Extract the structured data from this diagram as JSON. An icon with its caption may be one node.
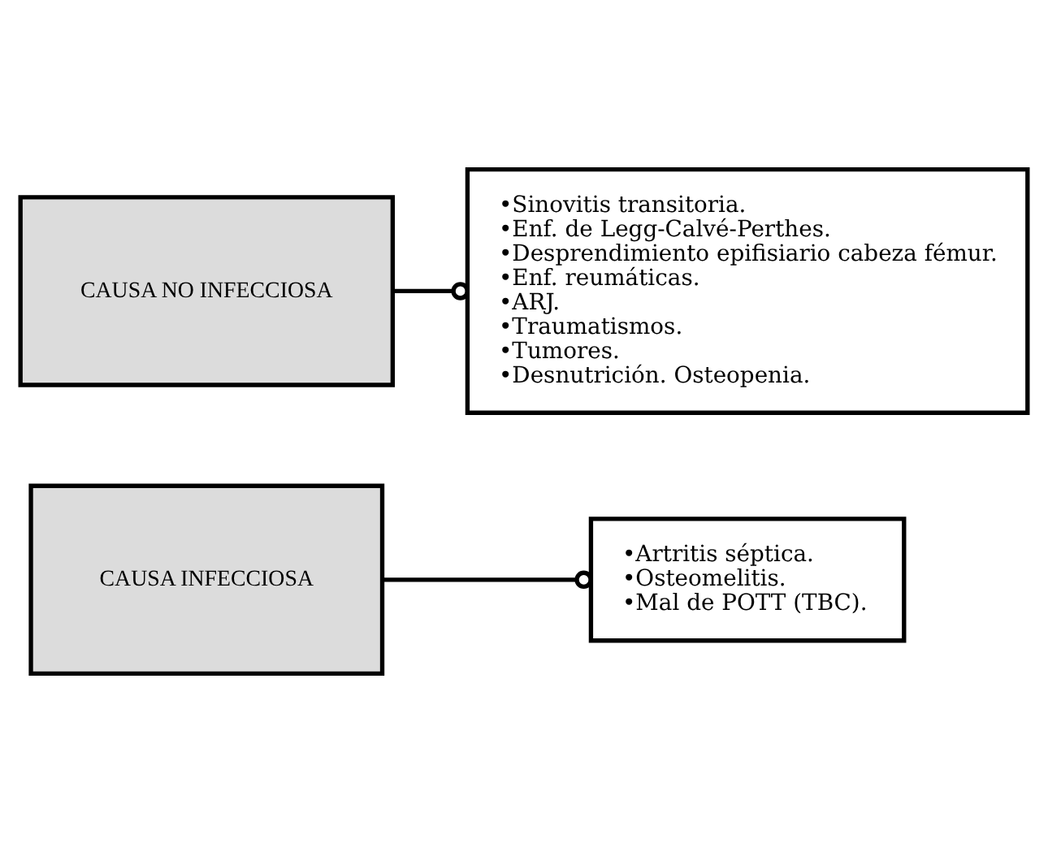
{
  "diagram": {
    "nodes": [
      {
        "text": [
          "CAUSA INFECCIOSA"
        ]
      },
      {
        "text": [
          "•Artritis séptica.",
          "•Osteomelitis.",
          "•Mal de POTT (TBC)."
        ]
      },
      {
        "text": [
          "CAUSA NO INFECCIOSA"
        ]
      },
      {
        "text": [
          "•Sinovitis transitoria.",
          "•Enf. de Legg-Calvé-Perthes.",
          "•Desprendimiento epifisiario cabeza fémur.",
          "•Enf. reumáticas.",
          "•ARJ.",
          "•Traumatismos.",
          "•Tumores.",
          "•Desnutrición. Osteopenia."
        ]
      }
    ],
    "edges": [
      {
        "from": 0,
        "to": 1,
        "arrow": "other"
      },
      {
        "from": 2,
        "to": 3,
        "arrow": "other"
      }
    ]
  }
}
